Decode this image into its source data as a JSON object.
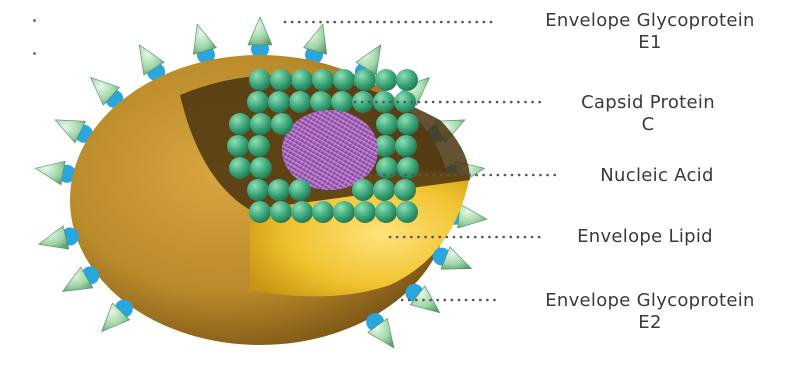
{
  "labels": {
    "e1": {
      "line1": "Envelope Glycoprotein",
      "line2": "E1"
    },
    "capsid": {
      "line1": "Capsid Protein",
      "line2": "C"
    },
    "nucleic": {
      "line1": "Nucleic Acid"
    },
    "lipid": {
      "line1": "Envelope Lipid"
    },
    "e2": {
      "line1": "Envelope Glycoprotein",
      "line2": "E2"
    }
  },
  "colors": {
    "envelope_outer": "#b98a2a",
    "envelope_inner": "#f0c22e",
    "capsid_bead": "#3aa57a",
    "nucleic_acid": "#9a4fb0",
    "spike_cap": "#9fd6a8",
    "spike_base": "#2aa6df",
    "leader_line": "#555555"
  }
}
